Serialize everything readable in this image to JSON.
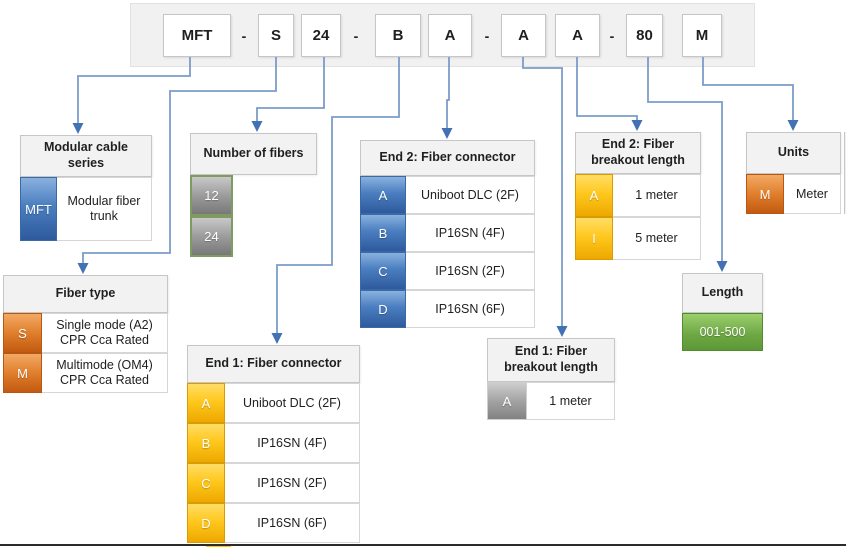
{
  "part_number_bar": {
    "segments": [
      "MFT",
      "S",
      "24",
      "B",
      "A",
      "A",
      "A",
      "80",
      "M"
    ],
    "separators": [
      "-",
      "-",
      "-",
      "-"
    ]
  },
  "boxes": {
    "series": {
      "title": "Modular cable series",
      "rows": [
        {
          "code": "MFT",
          "label": "Modular fiber trunk"
        }
      ]
    },
    "fiber_type": {
      "title": "Fiber type",
      "rows": [
        {
          "code": "S",
          "label": "Single mode (A2) CPR Cca Rated"
        },
        {
          "code": "M",
          "label": "Multimode (OM4) CPR Cca Rated"
        }
      ]
    },
    "fiber_count": {
      "title": "Number of fibers",
      "rows": [
        {
          "code": "12"
        },
        {
          "code": "24"
        }
      ]
    },
    "end1_connector": {
      "title": "End 1: Fiber connector",
      "rows": [
        {
          "code": "A",
          "label": "Uniboot DLC (2F)"
        },
        {
          "code": "B",
          "label": "IP16SN (4F)"
        },
        {
          "code": "C",
          "label": "IP16SN (2F)"
        },
        {
          "code": "D",
          "label": "IP16SN (6F)"
        }
      ]
    },
    "end2_connector": {
      "title": "End 2: Fiber connector",
      "rows": [
        {
          "code": "A",
          "label": "Uniboot DLC (2F)"
        },
        {
          "code": "B",
          "label": "IP16SN (4F)"
        },
        {
          "code": "C",
          "label": "IP16SN (2F)"
        },
        {
          "code": "D",
          "label": "IP16SN (6F)"
        }
      ]
    },
    "end1_breakout": {
      "title": "End 1: Fiber breakout length",
      "rows": [
        {
          "code": "A",
          "label": "1 meter"
        }
      ]
    },
    "end2_breakout": {
      "title": "End 2: Fiber breakout length",
      "rows": [
        {
          "code": "A",
          "label": "1 meter"
        },
        {
          "code": "I",
          "label": "5 meter"
        }
      ]
    },
    "length": {
      "title": "Length",
      "rows": [
        {
          "code": "001-500"
        }
      ]
    },
    "units": {
      "title": "Units",
      "rows": [
        {
          "code": "M",
          "label": "Meter"
        }
      ]
    }
  },
  "colors": {
    "arrow_blue": "#4272b4",
    "cell_blue": "#3c6cb0",
    "cell_orange": "#d07020",
    "cell_gold": "#f5b800",
    "cell_gray": "#9c9c9c",
    "cell_green": "#6fa945",
    "header_gray": "#f2f2f2"
  }
}
